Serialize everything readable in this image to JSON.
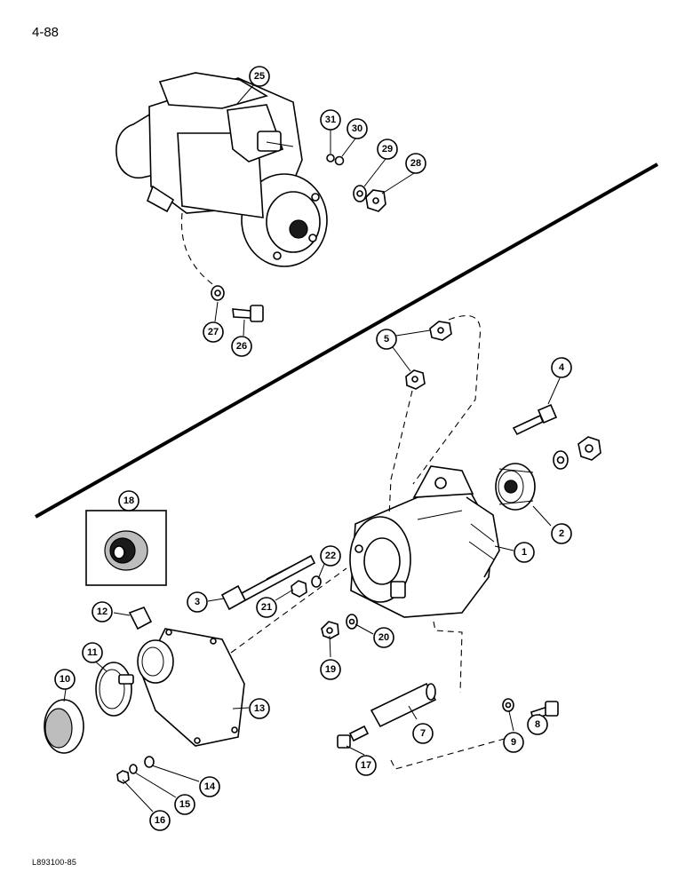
{
  "page": {
    "number": "4-88",
    "ref_code": "L893100-85"
  },
  "callouts": [
    {
      "id": "25",
      "label": "25"
    },
    {
      "id": "31",
      "label": "31"
    },
    {
      "id": "30",
      "label": "30"
    },
    {
      "id": "29",
      "label": "29"
    },
    {
      "id": "28",
      "label": "28"
    },
    {
      "id": "27",
      "label": "27"
    },
    {
      "id": "26",
      "label": "26"
    },
    {
      "id": "5",
      "label": "5"
    },
    {
      "id": "4",
      "label": "4"
    },
    {
      "id": "18",
      "label": "18"
    },
    {
      "id": "2",
      "label": "2"
    },
    {
      "id": "1",
      "label": "1"
    },
    {
      "id": "22",
      "label": "22"
    },
    {
      "id": "3",
      "label": "3"
    },
    {
      "id": "21",
      "label": "21"
    },
    {
      "id": "12",
      "label": "12"
    },
    {
      "id": "20",
      "label": "20"
    },
    {
      "id": "19",
      "label": "19"
    },
    {
      "id": "11",
      "label": "11"
    },
    {
      "id": "10",
      "label": "10"
    },
    {
      "id": "13",
      "label": "13"
    },
    {
      "id": "8",
      "label": "8"
    },
    {
      "id": "7",
      "label": "7"
    },
    {
      "id": "9",
      "label": "9"
    },
    {
      "id": "17",
      "label": "17"
    },
    {
      "id": "14",
      "label": "14"
    },
    {
      "id": "15",
      "label": "15"
    },
    {
      "id": "16",
      "label": "16"
    }
  ]
}
